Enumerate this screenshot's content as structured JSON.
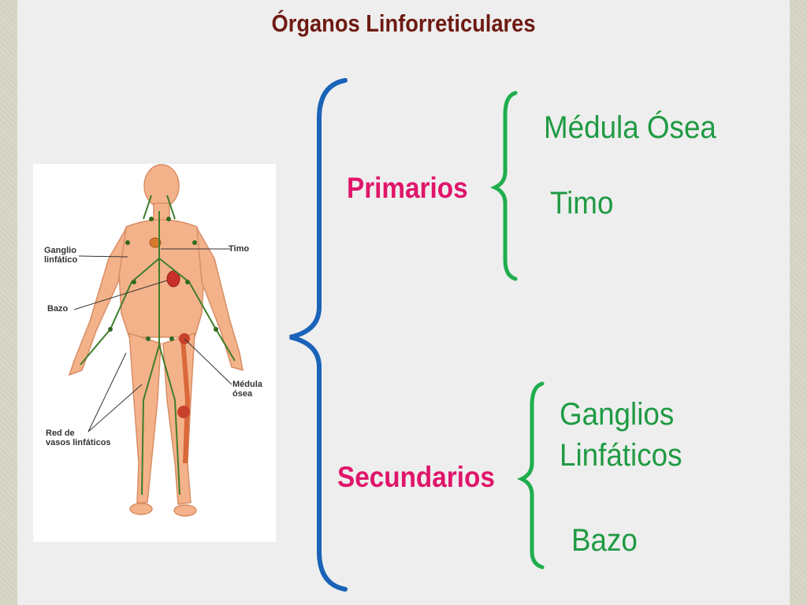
{
  "title": "Órganos Linforreticulares",
  "categories": {
    "primary": {
      "label": "Primarios",
      "items": [
        "Médula Ósea",
        "Timo"
      ]
    },
    "secondary": {
      "label": "Secundarios",
      "items": [
        "Ganglios Linfáticos",
        "Bazo"
      ]
    }
  },
  "figure_labels": {
    "ganglio_line1": "Ganglio",
    "ganglio_line2": "linfático",
    "timo": "Timo",
    "bazo": "Bazo",
    "medula_line1": "Médula",
    "medula_line2": "ósea",
    "red_line1": "Red de",
    "red_line2": "vasos linfáticos"
  },
  "colors": {
    "title": "#6e1a12",
    "category": "#e0156a",
    "leaf": "#1f9a43",
    "main_brace": "#1a63b8",
    "sub_brace": "#1fae4d"
  }
}
